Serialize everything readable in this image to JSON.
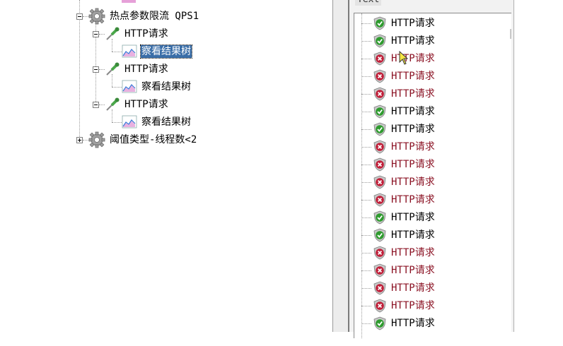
{
  "tree": {
    "nodes": [
      {
        "label": "热点参数限流 QPS1",
        "icon": "gear-icon",
        "expanded": true,
        "selected": false
      },
      {
        "label": "HTTP请求",
        "icon": "pipette-sampler-icon",
        "expanded": true,
        "selected": false
      },
      {
        "label": "察看结果树",
        "icon": "result-tree-listener-icon",
        "selected": true
      },
      {
        "label": "HTTP请求",
        "icon": "pipette-sampler-icon",
        "expanded": true,
        "selected": false
      },
      {
        "label": "察看结果树",
        "icon": "result-tree-listener-icon",
        "selected": false
      },
      {
        "label": "HTTP请求",
        "icon": "pipette-sampler-icon",
        "expanded": true,
        "selected": false
      },
      {
        "label": "察看结果树",
        "icon": "result-tree-listener-icon",
        "selected": false
      },
      {
        "label": "阈值类型-线程数<2",
        "icon": "gear-icon",
        "expanded": false,
        "selected": false
      }
    ]
  },
  "results_panel": {
    "header": "Text",
    "rows": [
      {
        "label": "HTTP请求",
        "status": "pass"
      },
      {
        "label": "HTTP请求",
        "status": "pass"
      },
      {
        "label": "HTTP请求",
        "status": "fail"
      },
      {
        "label": "HTTP请求",
        "status": "fail"
      },
      {
        "label": "HTTP请求",
        "status": "fail"
      },
      {
        "label": "HTTP请求",
        "status": "pass"
      },
      {
        "label": "HTTP请求",
        "status": "pass"
      },
      {
        "label": "HTTP请求",
        "status": "fail"
      },
      {
        "label": "HTTP请求",
        "status": "fail"
      },
      {
        "label": "HTTP请求",
        "status": "fail"
      },
      {
        "label": "HTTP请求",
        "status": "fail"
      },
      {
        "label": "HTTP请求",
        "status": "pass"
      },
      {
        "label": "HTTP请求",
        "status": "pass"
      },
      {
        "label": "HTTP请求",
        "status": "fail"
      },
      {
        "label": "HTTP请求",
        "status": "fail"
      },
      {
        "label": "HTTP请求",
        "status": "fail"
      },
      {
        "label": "HTTP请求",
        "status": "fail"
      },
      {
        "label": "HTTP请求",
        "status": "pass"
      }
    ]
  },
  "colors": {
    "pass": "#2e9b2e",
    "fail": "#c0203a",
    "fail_text": "#8a1022",
    "selection": "#3a6ea8"
  }
}
